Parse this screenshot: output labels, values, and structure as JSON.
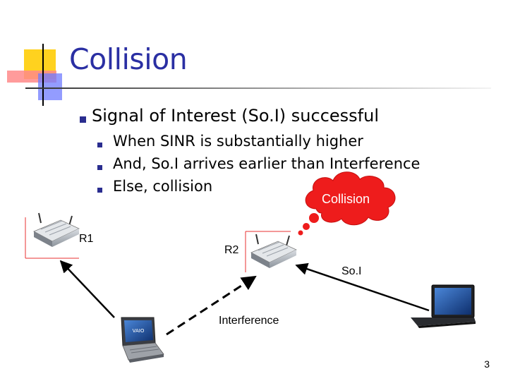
{
  "slide": {
    "title": "Collision",
    "bullet": "Signal of Interest (So.I) successful",
    "sub_bullets": [
      "When SINR is substantially higher",
      "And, So.I arrives earlier than Interference",
      "Else, collision"
    ],
    "page_number": "3"
  },
  "diagram": {
    "cloud_label": "Collision",
    "router1_label": "R1",
    "router2_label": "R2",
    "soi_label": "So.I",
    "interference_label": "Interference",
    "laptop_screen_text": "VAIO",
    "colors": {
      "title": "#2a2fa3",
      "bullet": "#2a2d8f",
      "cloud": "#ee1c1c",
      "accent_red": "#e83030"
    },
    "icons": [
      "wireless-router-icon",
      "laptop-icon",
      "collision-cloud"
    ]
  }
}
